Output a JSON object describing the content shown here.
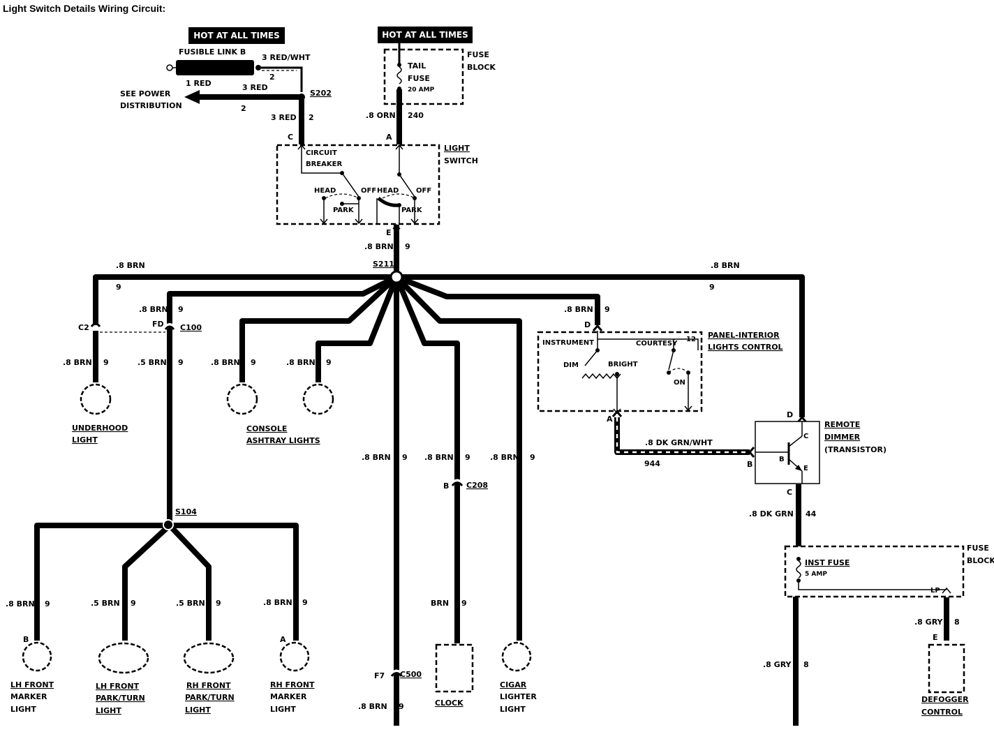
{
  "title": "Light Switch Details Wiring Circuit:",
  "hot_labels": [
    "HOT AT ALL TIMES",
    "HOT AT ALL TIMES"
  ],
  "top_left": {
    "fusible_link": "FUSIBLE LINK B",
    "wire_3_red_wht": "3 RED/WHT",
    "num_2_a": "2",
    "wire_1_red": "1 RED",
    "wire_3_red_a": "3 RED",
    "splice_s202": "S202",
    "see_power_1": "SEE POWER",
    "see_power_2": "DISTRIBUTION",
    "num_2_b": "2",
    "wire_3_red_b": "3 RED",
    "num_2_c": "2",
    "conn_c": "C"
  },
  "fuse_block_top": {
    "tail": "TAIL",
    "fuse": "FUSE",
    "amp": "20 AMP",
    "label1": "FUSE",
    "label2": "BLOCK",
    "wire": ".8 ORN",
    "circuit": "240",
    "conn_a": "A"
  },
  "light_switch": {
    "label1": "LIGHT",
    "label2": "SWITCH",
    "cb1": "CIRCUIT",
    "cb2": "BREAKER",
    "head1": "HEAD",
    "off1": "OFF",
    "park1": "PARK",
    "head2": "HEAD",
    "off2": "OFF",
    "park2": "PARK",
    "conn_e": "E",
    "wire": ".8 BRN",
    "circuit": "9"
  },
  "main_bus": {
    "splice": "S211",
    "left_wire": ".8 BRN",
    "left_num": "9",
    "right_wire": ".8 BRN",
    "right_num": "9"
  },
  "underhood": {
    "conn_c2": "C2",
    "wire": ".8 BRN",
    "num": "9",
    "label1": "UNDERHOOD",
    "label2": "LIGHT"
  },
  "c100": {
    "wire_top": ".8 BRN",
    "num_top": "9",
    "conn_fd": "FD",
    "conn": "C100",
    "wire_bot": ".5 BRN",
    "num_bot": "9"
  },
  "console": {
    "wire1": ".8 BRN",
    "num1": "9",
    "wire2": ".8 BRN",
    "num2": "9",
    "label1": "CONSOLE",
    "label2": "ASHTRAY LIGHTS"
  },
  "s104": "S104",
  "front_lights": [
    {
      "wire": ".8 BRN",
      "num": "9",
      "conn": "B",
      "l1": "LH FRONT",
      "l2": "MARKER",
      "l3": "LIGHT"
    },
    {
      "wire": ".5 BRN",
      "num": "9",
      "conn": "",
      "l1": "LH FRONT",
      "l2": "PARK/TURN",
      "l3": "LIGHT"
    },
    {
      "wire": ".5 BRN",
      "num": "9",
      "conn": "",
      "l1": "RH FRONT",
      "l2": "PARK/TURN",
      "l3": "LIGHT"
    },
    {
      "wire": ".8 BRN",
      "num": "9",
      "conn": "A",
      "l1": "RH FRONT",
      "l2": "MARKER",
      "l3": "LIGHT"
    }
  ],
  "center": {
    "c500_wire_top": ".8 BRN",
    "c500_num_top": "9",
    "c500_f7": "F7",
    "c500": "C500",
    "c500_wire_bot": ".8 BRN",
    "c500_num_bot": "9",
    "clock_wire": ".8 BRN",
    "clock_num": "9",
    "c208_b": "B",
    "c208": "C208",
    "clock_wire2": "BRN",
    "clock_num2": "9",
    "clock": "CLOCK",
    "cigar_wire": ".8 BRN",
    "cigar_num": "9",
    "cigar1": "CIGAR",
    "cigar2": "LIGHTER",
    "cigar3": "LIGHT"
  },
  "panel": {
    "wire": ".8 BRN",
    "num": "9",
    "conn_d": "D",
    "instrument": "INSTRUMENT",
    "courtesy": "COURTESY",
    "n12": "12",
    "dim": "DIM",
    "bright": "BRIGHT",
    "on": "ON",
    "label1": "PANEL-INTERIOR",
    "label2": "LIGHTS CONTROL",
    "conn_a": "A",
    "out_wire": ".8 DK GRN/WHT",
    "out_num": "944"
  },
  "dimmer": {
    "conn_d": "D",
    "b": "B",
    "c": "C",
    "e": "E",
    "b_in": "B",
    "label1": "REMOTE",
    "label2": "DIMMER",
    "label3": "(TRANSISTOR)",
    "conn_c_out": "C",
    "out_wire": ".8 DK GRN",
    "out_num": "44"
  },
  "inst_fuse": {
    "fuse": "INST FUSE",
    "amp": "5 AMP",
    "label1": "FUSE",
    "label2": "BLOCK",
    "lp": "LP",
    "gry_wire": ".8 GRY",
    "gry_num": "8",
    "gry2_wire": ".8 GRY",
    "gry2_num": "8",
    "conn_e": "E",
    "defog1": "DEFOGGER",
    "defog2": "CONTROL"
  }
}
